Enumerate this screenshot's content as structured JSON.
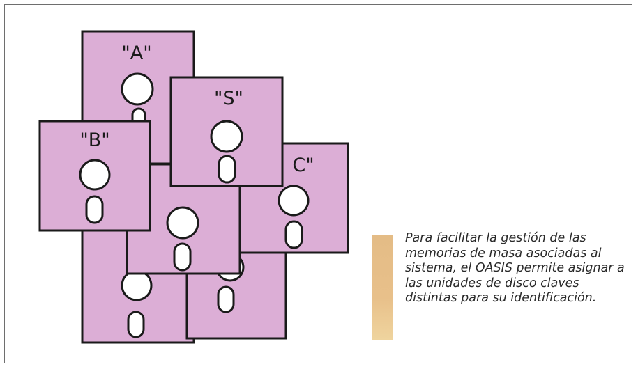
{
  "disks": {
    "a": {
      "label": "\"A\""
    },
    "s": {
      "label": "\"S\""
    },
    "b": {
      "label": "\"B\""
    },
    "c": {
      "label": "C\""
    }
  },
  "caption": {
    "text": "Para facilitar la gestión de las memorias de masa asociadas al sistema, el OASIS permite asignar a las unidades de disco claves distintas para su identificación."
  },
  "colors": {
    "disk_fill": "#dcaed6",
    "disk_stroke": "#1a1a1a",
    "caption_bar": "#e6be88"
  }
}
